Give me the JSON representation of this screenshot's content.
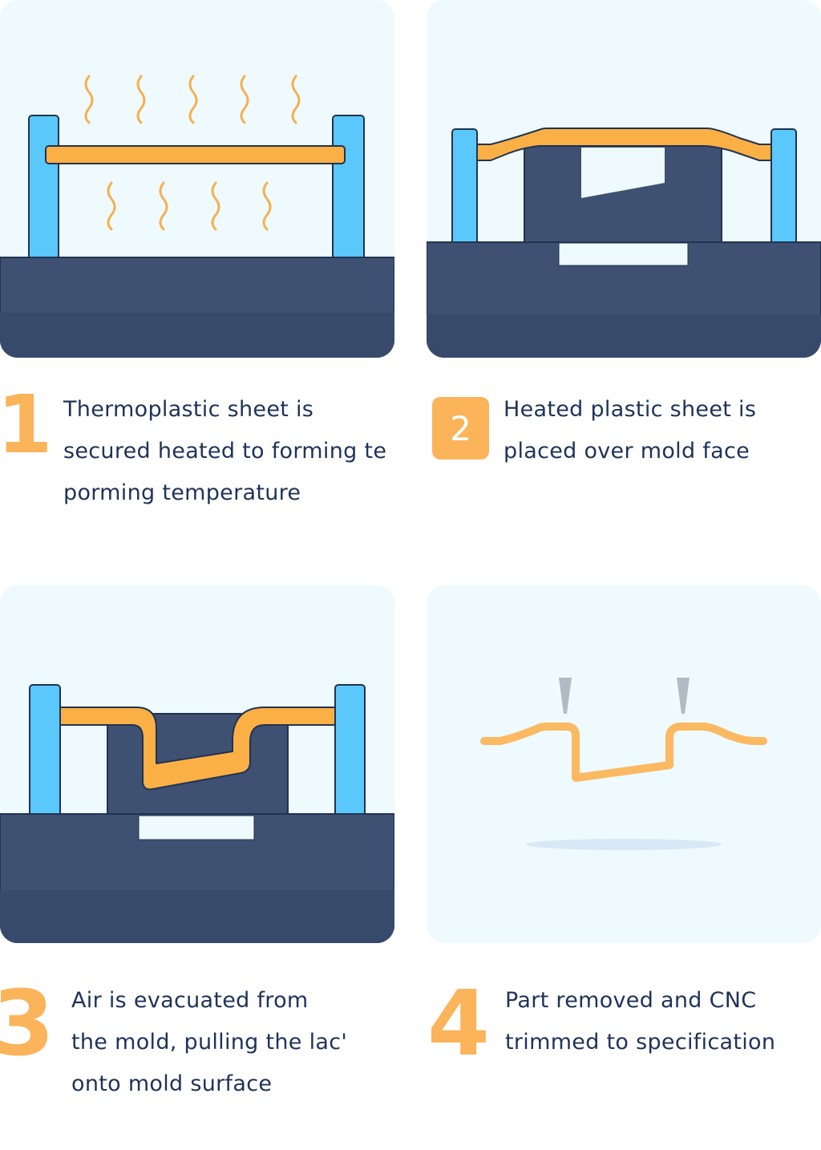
{
  "colors": {
    "panel_bg": "#eefafd",
    "base_dark": "#3e5172",
    "outline": "#223352",
    "clamp_blue": "#5ac8fa",
    "sheet_orange": "#fbb45a",
    "text": "#1e3358",
    "blade_gray": "#b3bac4"
  },
  "steps": [
    {
      "number": "1",
      "style": "plain",
      "lines": [
        "Thermoplastic sheet is",
        "secured heated to forming te",
        "porming temperature"
      ],
      "illustration": "sheet-clamped-with-heat-waves"
    },
    {
      "number": "2",
      "style": "boxed",
      "lines": [
        "Heated plastic sheet is",
        "placed over mold face"
      ],
      "illustration": "sheet-draped-over-mold"
    },
    {
      "number": "3",
      "style": "plain",
      "lines": [
        "Air is evacuated from",
        "the mold, pulling the lac'",
        "onto mold surface"
      ],
      "illustration": "sheet-vacuum-formed-on-mold"
    },
    {
      "number": "4",
      "style": "plain",
      "lines": [
        "Part removed and CNC",
        "trimmed to specification"
      ],
      "illustration": "formed-part-with-trim-blades"
    }
  ]
}
